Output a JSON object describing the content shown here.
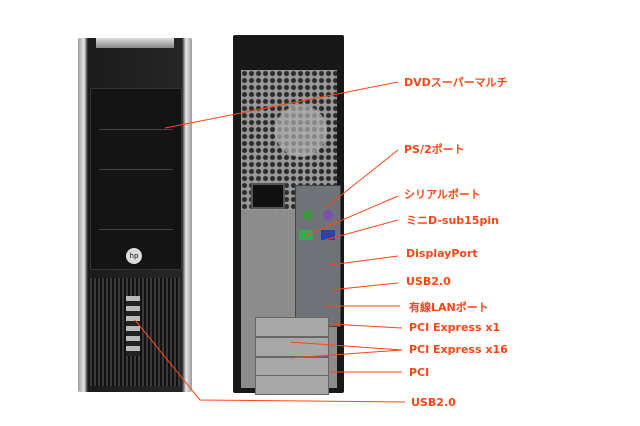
{
  "accent_color": "#ff4514",
  "labels": {
    "dvd": "DVDスーパーマルチ",
    "ps2": "PS/2ポート",
    "serial": "シリアルポート",
    "mini_dsub": "ミニD-sub15pin",
    "displayport": "DisplayPort",
    "usb_rear": "USB2.0",
    "lan": "有線LANポート",
    "pcie_x1": "PCI Express x1",
    "pcie_x16": "PCI Express x16",
    "pci": "PCI",
    "usb_front": "USB2.0"
  },
  "logo": "hp"
}
